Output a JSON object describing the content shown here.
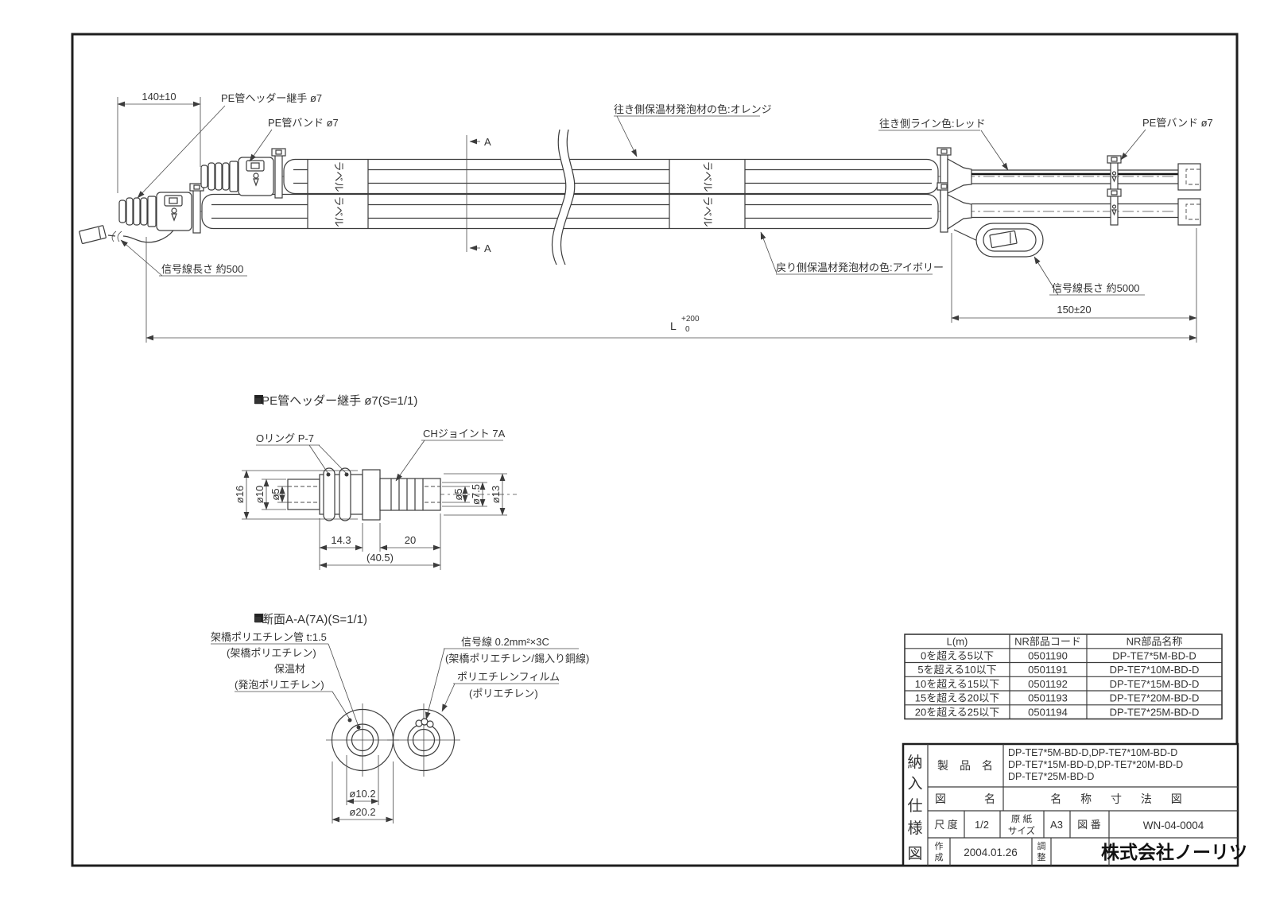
{
  "assembly": {
    "dim_140": "140±10",
    "header_joint_label": "PE管ヘッダー継手 ø7",
    "band_label_left": "PE管バンド ø7",
    "band_label_right": "PE管バンド ø7",
    "going_color_label": "往き側保温材発泡材の色:オレンジ",
    "going_line_label": "往き側ライン色:レッド",
    "return_color_label": "戻り側保温材発泡材の色:アイボリー",
    "signal_short_label": "信号線長さ 約500",
    "signal_long_label": "信号線長さ 約5000",
    "dim_150": "150±20",
    "dim_L": "L",
    "dim_L_upper": "+200",
    "dim_L_lower": "0",
    "section_mark": "A",
    "tube_label": "ラベル"
  },
  "joint_detail": {
    "title": "■PE管ヘッダー継手 ø7(S=1/1)",
    "oring_label": "Oリング P-7",
    "ch_joint_label": "CHジョイント 7A",
    "dia16": "ø16",
    "dia10": "ø10",
    "dia5_left": "ø5",
    "dia5_right": "ø5",
    "dia75": "ø7.5",
    "dia13": "ø13",
    "dim_143": "14.3",
    "dim_20": "20",
    "dim_405": "(40.5)"
  },
  "section_detail": {
    "title": "■断面A-A(7A)(S=1/1)",
    "pipe_label": "架橋ポリエチレン管 t:1.5",
    "pipe_label_sub": "(架橋ポリエチレン)",
    "insulation_label": "保温材",
    "insulation_label_sub": "(発泡ポリエチレン)",
    "signal_label": "信号線 0.2mm²×3C",
    "signal_label_sub": "(架橋ポリエチレン/錫入り銅線)",
    "film_label": "ポリエチレンフィルム",
    "film_label_sub": "(ポリエチレン)",
    "dia102": "ø10.2",
    "dia202": "ø20.2"
  },
  "parts_table": {
    "headers": [
      "L(m)",
      "NR部品コード",
      "NR部品名称"
    ],
    "rows": [
      {
        "range": "0を超える5以下",
        "code": "0501190",
        "name": "DP-TE7*5M-BD-D"
      },
      {
        "range": "5を超える10以下",
        "code": "0501191",
        "name": "DP-TE7*10M-BD-D"
      },
      {
        "range": "10を超える15以下",
        "code": "0501192",
        "name": "DP-TE7*15M-BD-D"
      },
      {
        "range": "15を超える20以下",
        "code": "0501193",
        "name": "DP-TE7*20M-BD-D"
      },
      {
        "range": "20を超える25以下",
        "code": "0501194",
        "name": "DP-TE7*25M-BD-D"
      }
    ]
  },
  "title_block": {
    "doc_type": [
      "納",
      "入",
      "仕",
      "様",
      "図"
    ],
    "product_label": "製　品　名",
    "product_lines": [
      "DP-TE7*5M-BD-D,DP-TE7*10M-BD-D",
      "DP-TE7*15M-BD-D,DP-TE7*20M-BD-D",
      "DP-TE7*25M-BD-D"
    ],
    "name_label_left": "図",
    "name_label_right": "名",
    "drawing_name": "名 称 寸 法 図",
    "scale_label": "尺 度",
    "scale_value": "1/2",
    "paper_label_1": "原 紙",
    "paper_label_2": "サイズ",
    "paper_value": "A3",
    "number_label": "図 番",
    "number_value": "WN-04-0004",
    "created_label_1": "作",
    "created_label_2": "成",
    "created_value": "2004.01.26",
    "adjust_label_1": "調",
    "adjust_label_2": "整",
    "company": "株式会社ノーリツ"
  }
}
